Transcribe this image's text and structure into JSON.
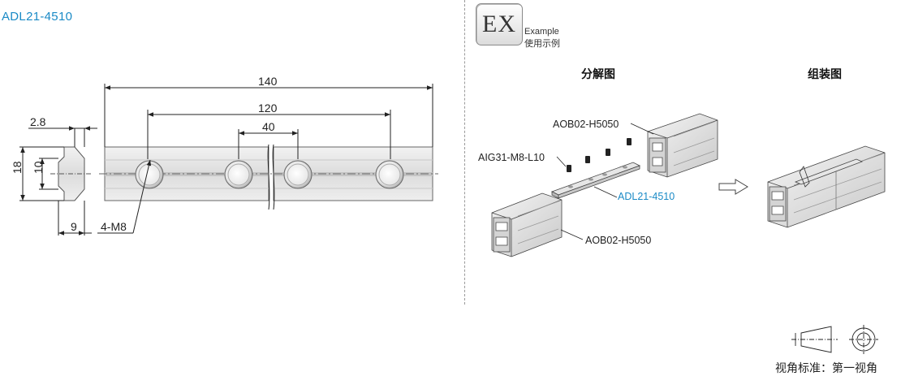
{
  "title": "ADL21-4510",
  "dimensions": {
    "overall_length": "140",
    "hole_span_outer": "120",
    "hole_span_inner": "40",
    "top_width": "2.8",
    "height": "18",
    "inner_height": "10",
    "base_width": "9",
    "holes": "4-M8"
  },
  "example": {
    "badge": "EX",
    "label_en": "Example",
    "label_cn": "使用示例"
  },
  "headings": {
    "exploded": "分解图",
    "assembled": "组装图"
  },
  "callouts": {
    "profile_top": "AOB02-H5050",
    "screws": "AIG31-M8-L10",
    "part": "ADL21-4510",
    "profile_bottom": "AOB02-H5050"
  },
  "projection": {
    "label": "视角标准：第一视角"
  },
  "colors": {
    "accent": "#1a8ac6",
    "line": "#222222",
    "metal": "#e2e2e2"
  }
}
